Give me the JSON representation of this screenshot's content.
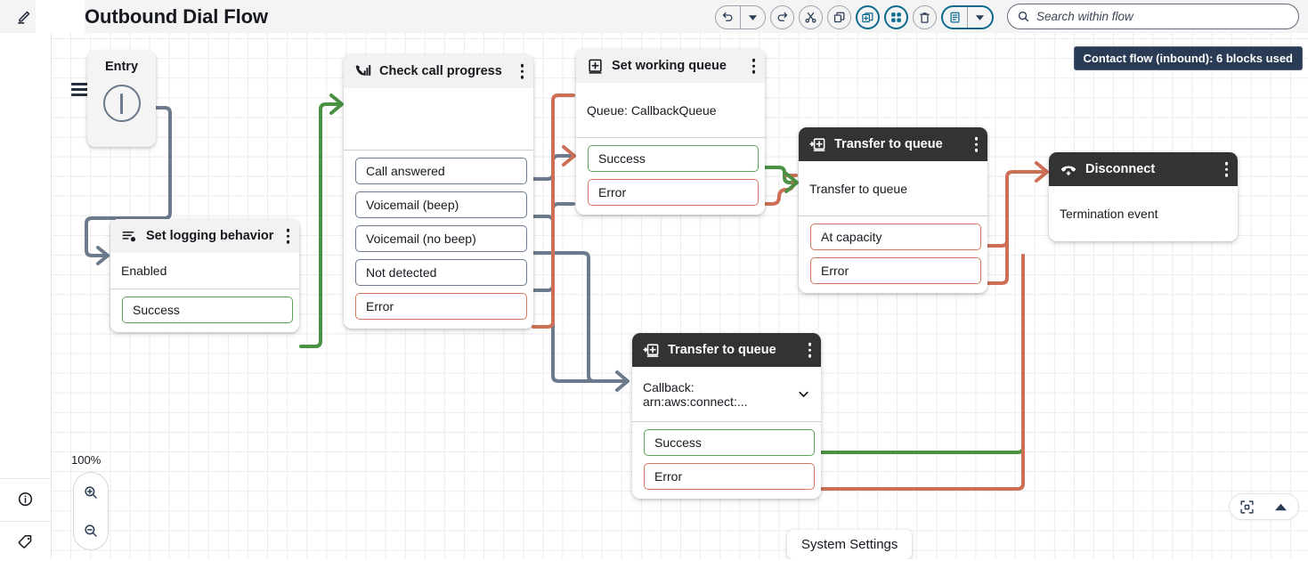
{
  "topbar": {
    "edit_icon": "pencil-edit-icon",
    "title": "Outbound Dial Flow",
    "toolbar": [
      {
        "name": "undo-button",
        "icon": "undo-arrow-icon"
      },
      {
        "name": "undo-dropdown-button",
        "icon": "caret-down-icon"
      },
      {
        "name": "redo-button",
        "icon": "redo-arrow-icon"
      },
      {
        "name": "cut-button",
        "icon": "scissors-icon"
      },
      {
        "name": "copy-button",
        "icon": "copy-icon"
      },
      {
        "name": "paste-button",
        "icon": "paste-plus-icon"
      },
      {
        "name": "grid-layout-button",
        "icon": "grid-apps-icon"
      },
      {
        "name": "delete-button",
        "icon": "trash-icon"
      },
      {
        "name": "properties-button",
        "icon": "document-lines-icon"
      },
      {
        "name": "properties-dropdown-button",
        "icon": "caret-down-icon"
      }
    ]
  },
  "search": {
    "placeholder": "Search within flow",
    "value": "",
    "icon": "search-icon"
  },
  "left_rail": [
    {
      "name": "sidebar-info-button",
      "icon": "info-circle-icon"
    },
    {
      "name": "sidebar-tag-button",
      "icon": "tag-icon"
    }
  ],
  "canvas": {
    "menu_icon": "hamburger-menu-icon",
    "badge": "Contact flow (inbound): 6 blocks used",
    "zoom_level": "100%",
    "zoom_in_icon": "zoom-in-icon",
    "zoom_out_icon": "zoom-out-icon",
    "fit_icon": "fit-to-screen-icon",
    "collapse_icon": "triangle-up-icon",
    "tooltip": "System Settings"
  },
  "blocks": {
    "entry": {
      "label": "Entry",
      "icon": "entry-circle-icon"
    },
    "logging": {
      "title": "Set logging behavior",
      "icon": "set-logging-behavior-icon",
      "body": "Enabled",
      "ports": [
        {
          "label": "Success",
          "type": "success"
        }
      ]
    },
    "progress": {
      "title": "Check call progress",
      "icon": "call-progress-icon",
      "body": "",
      "ports": [
        {
          "label": "Call answered",
          "type": "neutral"
        },
        {
          "label": "Voicemail (beep)",
          "type": "neutral"
        },
        {
          "label": "Voicemail (no beep)",
          "type": "neutral"
        },
        {
          "label": "Not detected",
          "type": "neutral"
        },
        {
          "label": "Error",
          "type": "error"
        }
      ]
    },
    "workqueue": {
      "title": "Set working queue",
      "icon": "set-working-queue-icon",
      "body": "Queue: CallbackQueue",
      "ports": [
        {
          "label": "Success",
          "type": "success"
        },
        {
          "label": "Error",
          "type": "error"
        }
      ]
    },
    "transfer1": {
      "title": "Transfer to queue",
      "icon": "transfer-to-queue-icon",
      "body": "Transfer to queue",
      "ports": [
        {
          "label": "At capacity",
          "type": "error"
        },
        {
          "label": "Error",
          "type": "error"
        }
      ]
    },
    "disconnect": {
      "title": "Disconnect",
      "icon": "disconnect-phone-icon",
      "body": "Termination event",
      "ports": []
    },
    "transfer2": {
      "title": "Transfer to queue",
      "icon": "transfer-to-queue-icon",
      "body": "Callback: arn:aws:connect:...",
      "body_dropdown_icon": "chevron-down-icon",
      "ports": [
        {
          "label": "Success",
          "type": "success"
        },
        {
          "label": "Error",
          "type": "error"
        }
      ]
    }
  },
  "colors": {
    "success": "#4a9144",
    "error": "#cd6f55",
    "neutral": "#6b7a8c",
    "header_dark": "#333333",
    "header_light": "#f2f2f2",
    "badge_bg": "#2a3b55",
    "accent": "#0d6a8f"
  }
}
